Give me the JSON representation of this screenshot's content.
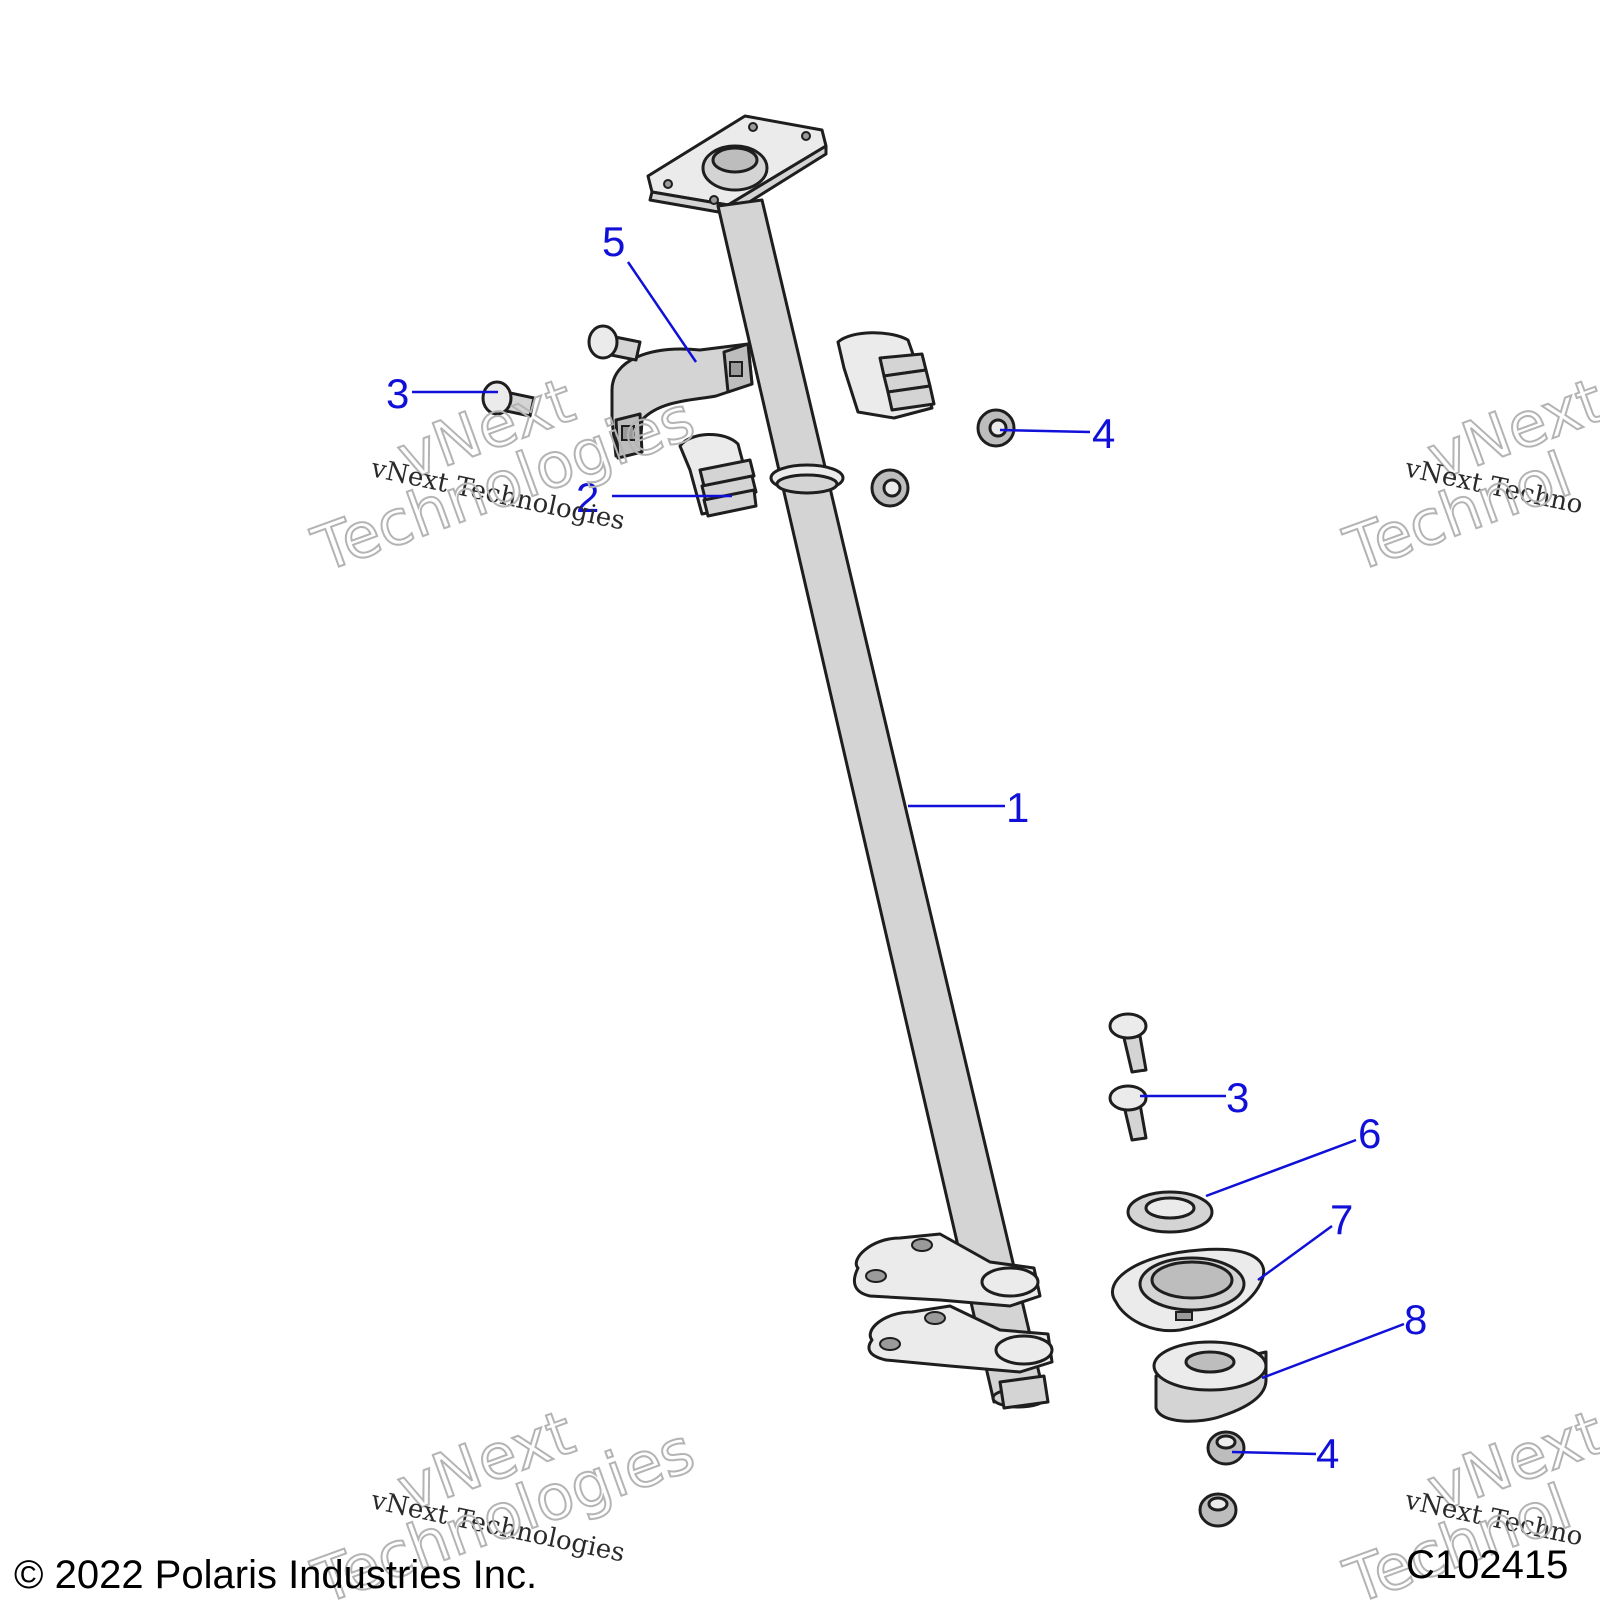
{
  "callouts": {
    "c1": "1",
    "c2": "2",
    "c3a": "3",
    "c3b": "3",
    "c4a": "4",
    "c4b": "4",
    "c5": "5",
    "c6": "6",
    "c7": "7",
    "c8": "8"
  },
  "watermark": {
    "small": "vNext Technologies",
    "small_cut": "vNext Techno",
    "big_top": "vNext",
    "big_bottom": "Technologies",
    "big_bottom_cut": "Technol"
  },
  "footer": {
    "copyright": "© 2022 Polaris Industries Inc.",
    "figure_id": "C102415"
  },
  "colors": {
    "callout": "#1010d8",
    "part_fill": "#d4d4d4",
    "outline": "#1e1e1e"
  }
}
